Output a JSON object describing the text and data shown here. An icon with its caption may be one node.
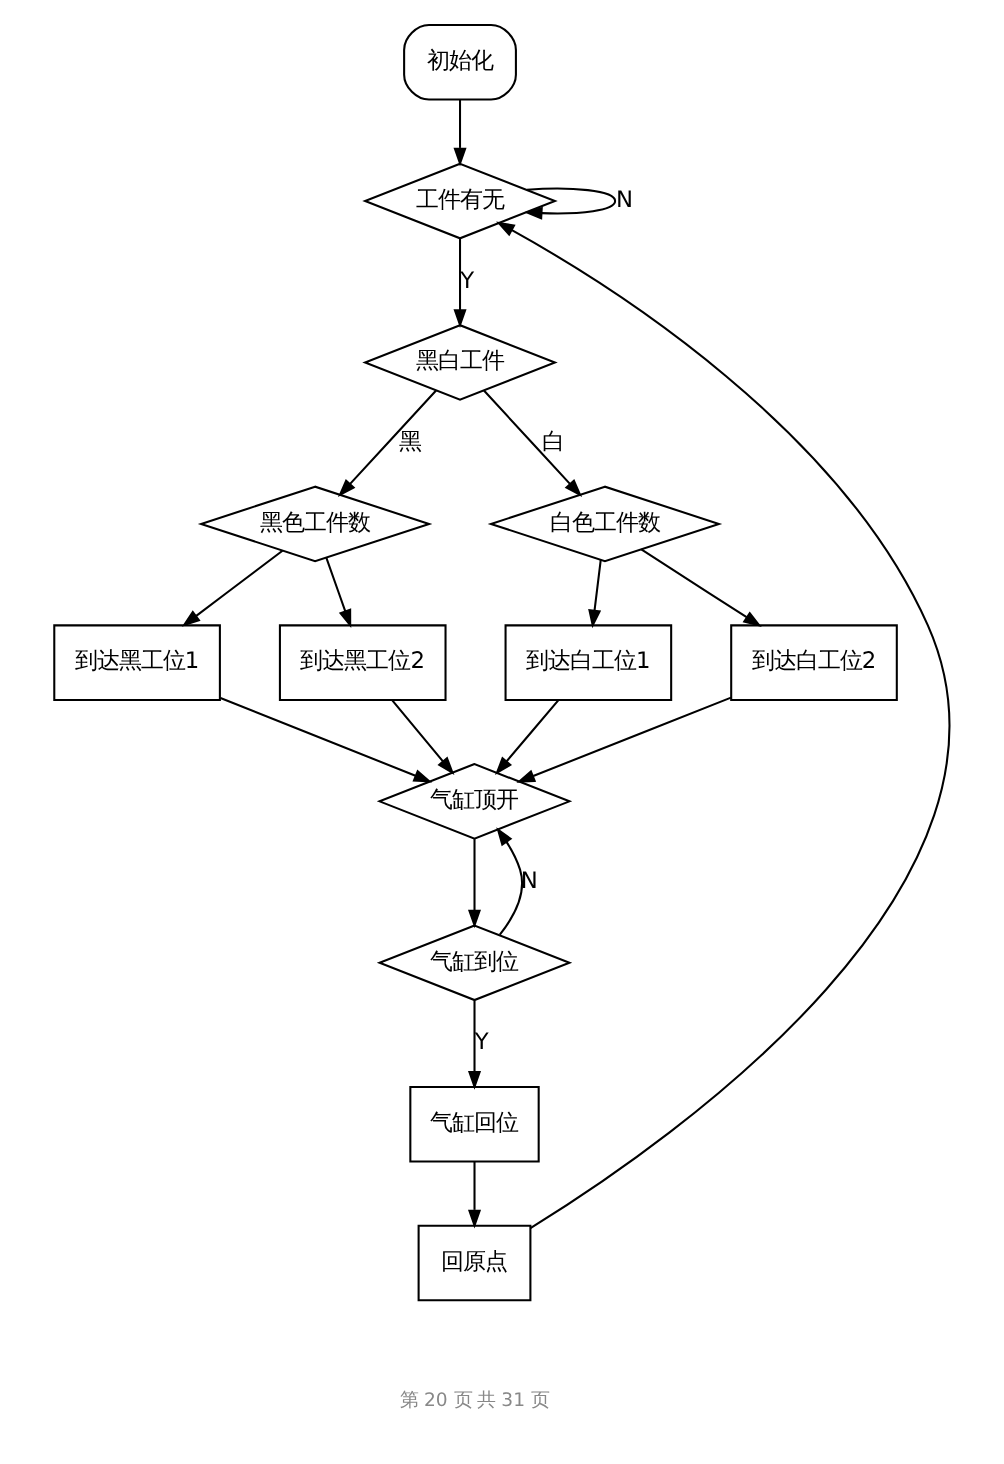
{
  "diagram": {
    "nodes": [
      {
        "text": [
          "初始化"
        ]
      },
      {
        "text": [
          "工件有无"
        ]
      },
      {
        "text": [
          "黑白工件"
        ]
      },
      {
        "text": [
          "黑色工件数"
        ]
      },
      {
        "text": [
          "白色工件数"
        ]
      },
      {
        "text": [
          "到达黑工位1"
        ]
      },
      {
        "text": [
          "到达黑工位2"
        ]
      },
      {
        "text": [
          "到达白工位1"
        ]
      },
      {
        "text": [
          "到达白工位2"
        ]
      },
      {
        "text": [
          "气缸顶开"
        ]
      },
      {
        "text": [
          "气缸到位"
        ]
      },
      {
        "text": [
          "气缸回位"
        ]
      },
      {
        "text": [
          "回原点"
        ]
      }
    ],
    "edges": [
      {
        "from": 0,
        "to": 1,
        "arrow": "to"
      },
      {
        "from": 1,
        "to": 1,
        "arrow": "to",
        "label": "N"
      },
      {
        "from": 1,
        "to": 2,
        "arrow": "to",
        "label": "Y"
      },
      {
        "from": 2,
        "to": 3,
        "arrow": "to",
        "label": "黑"
      },
      {
        "from": 2,
        "to": 4,
        "arrow": "to",
        "label": "白"
      },
      {
        "from": 3,
        "to": 5,
        "arrow": "to"
      },
      {
        "from": 3,
        "to": 6,
        "arrow": "to"
      },
      {
        "from": 4,
        "to": 7,
        "arrow": "to"
      },
      {
        "from": 4,
        "to": 8,
        "arrow": "to"
      },
      {
        "from": 5,
        "to": 9,
        "arrow": "to"
      },
      {
        "from": 6,
        "to": 9,
        "arrow": "to"
      },
      {
        "from": 7,
        "to": 9,
        "arrow": "to"
      },
      {
        "from": 8,
        "to": 9,
        "arrow": "to"
      },
      {
        "from": 9,
        "to": 10,
        "arrow": "to"
      },
      {
        "from": 10,
        "to": 9,
        "arrow": "to",
        "label": "N"
      },
      {
        "from": 10,
        "to": 11,
        "arrow": "to",
        "label": "Y"
      },
      {
        "from": 11,
        "to": 12,
        "arrow": "to"
      },
      {
        "from": 12,
        "to": 1,
        "arrow": "to"
      }
    ],
    "labels": [
      "第 20 页 共 31 页"
    ]
  }
}
